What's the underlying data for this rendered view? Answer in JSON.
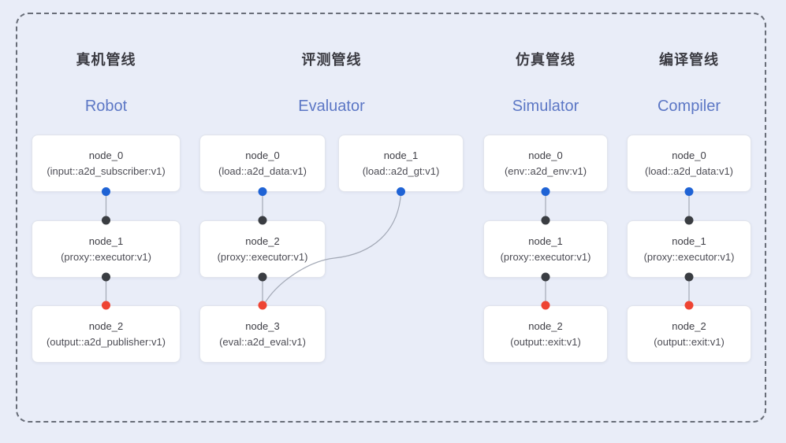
{
  "diagram": {
    "background": "#e9edf8",
    "frame_border_color": "#686d78"
  },
  "colors": {
    "blue_dot": "#1f63d5",
    "black_dot": "#3a3d42",
    "red_dot": "#ee4433",
    "connector": "#a3a9b6",
    "title_text": "#3b3b42",
    "subtitle_text": "#5c77c5"
  },
  "pipelines": [
    {
      "title": "真机管线",
      "subtitle": "Robot",
      "nodes": [
        {
          "name": "node_0",
          "detail": "(input::a2d_subscriber:v1)"
        },
        {
          "name": "node_1",
          "detail": "(proxy::executor:v1)"
        },
        {
          "name": "node_2",
          "detail": "(output::a2d_publisher:v1)"
        }
      ]
    },
    {
      "title": "评测管线",
      "subtitle": "Evaluator",
      "nodes": [
        {
          "name": "node_0",
          "detail": "(load::a2d_data:v1)"
        },
        {
          "name": "node_1",
          "detail": "(load::a2d_gt:v1)"
        },
        {
          "name": "node_2",
          "detail": "(proxy::executor:v1)"
        },
        {
          "name": "node_3",
          "detail": "(eval::a2d_eval:v1)"
        }
      ]
    },
    {
      "title": "仿真管线",
      "subtitle": "Simulator",
      "nodes": [
        {
          "name": "node_0",
          "detail": "(env::a2d_env:v1)"
        },
        {
          "name": "node_1",
          "detail": "(proxy::executor:v1)"
        },
        {
          "name": "node_2",
          "detail": "(output::exit:v1)"
        }
      ]
    },
    {
      "title": "编译管线",
      "subtitle": "Compiler",
      "nodes": [
        {
          "name": "node_0",
          "detail": "(load::a2d_data:v1)"
        },
        {
          "name": "node_1",
          "detail": "(proxy::executor:v1)"
        },
        {
          "name": "node_2",
          "detail": "(output::exit:v1)"
        }
      ]
    }
  ]
}
